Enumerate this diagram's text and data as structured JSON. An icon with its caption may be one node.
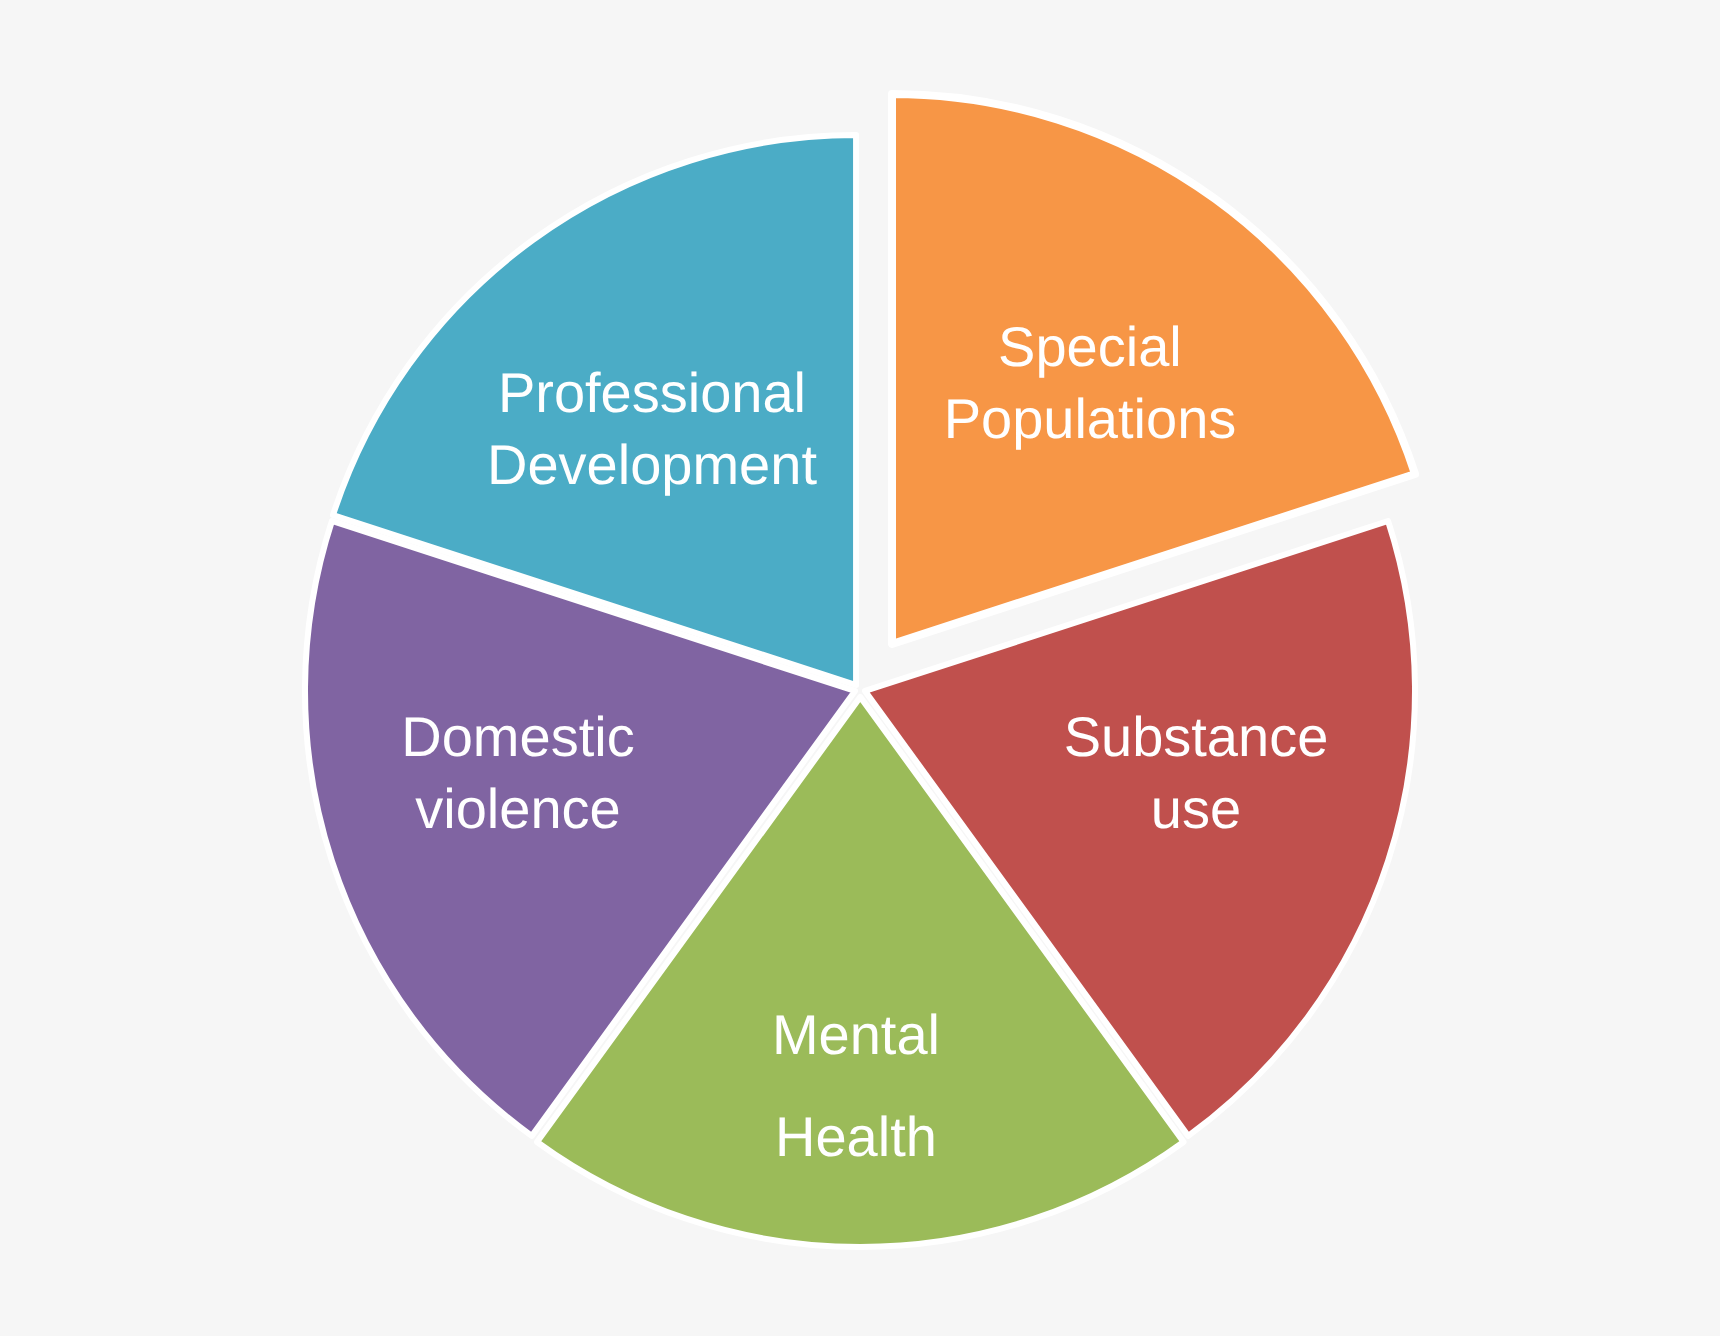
{
  "diagram": {
    "nodes": [
      {
        "text": [
          "Professional Development"
        ]
      },
      {
        "text": [
          "Special Populations"
        ]
      },
      {
        "text": [
          "Domestic violence"
        ]
      },
      {
        "text": [
          "Substance use"
        ]
      },
      {
        "text": [
          "Mental Health"
        ]
      }
    ]
  }
}
